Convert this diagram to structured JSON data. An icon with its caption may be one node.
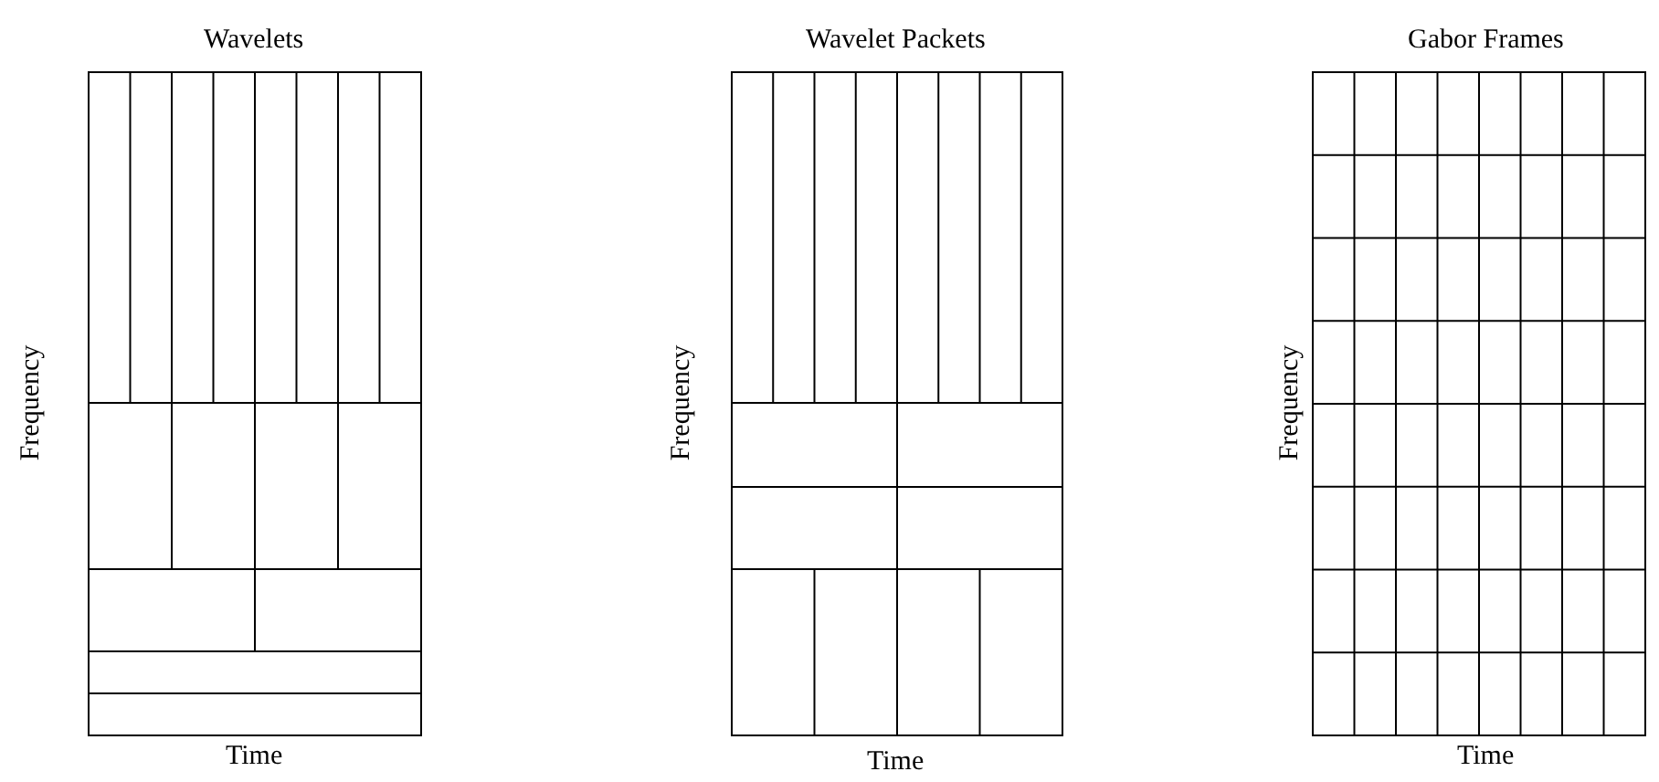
{
  "diagram": {
    "labels": [
      "Wavelets",
      "Frequency",
      "Time",
      "Wavelet Packets",
      "Frequency",
      "Time",
      "Gabor Frames",
      "Frequency",
      "Time"
    ]
  }
}
